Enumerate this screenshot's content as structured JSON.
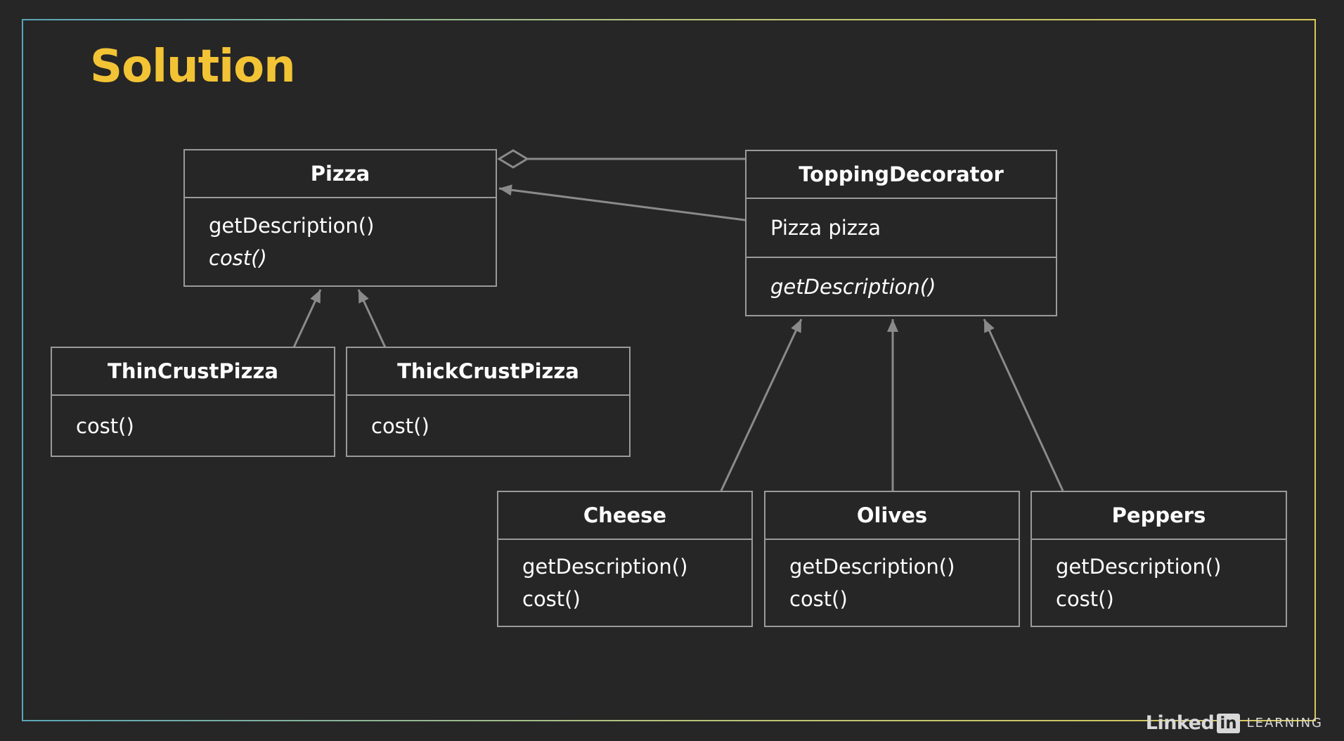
{
  "slide": {
    "title": "Solution"
  },
  "classes": {
    "pizza": {
      "name": "Pizza",
      "methods": [
        "getDescription()",
        "cost()"
      ]
    },
    "thin": {
      "name": "ThinCrustPizza",
      "methods": [
        "cost()"
      ]
    },
    "thick": {
      "name": "ThickCrustPizza",
      "methods": [
        "cost()"
      ]
    },
    "decorator": {
      "name": "ToppingDecorator",
      "fields": [
        "Pizza pizza"
      ],
      "methods": [
        "getDescription()"
      ]
    },
    "cheese": {
      "name": "Cheese",
      "methods": [
        "getDescription()",
        "cost()"
      ]
    },
    "olives": {
      "name": "Olives",
      "methods": [
        "getDescription()",
        "cost()"
      ]
    },
    "peppers": {
      "name": "Peppers",
      "methods": [
        "getDescription()",
        "cost()"
      ]
    }
  },
  "brand": {
    "linked": "Linked",
    "in": "in",
    "learning": "LEARNING"
  },
  "colors": {
    "background": "#262626",
    "title": "#f2c335",
    "box_border": "#9a9a9a",
    "connector": "#8a8a8a",
    "text": "#ffffff"
  }
}
